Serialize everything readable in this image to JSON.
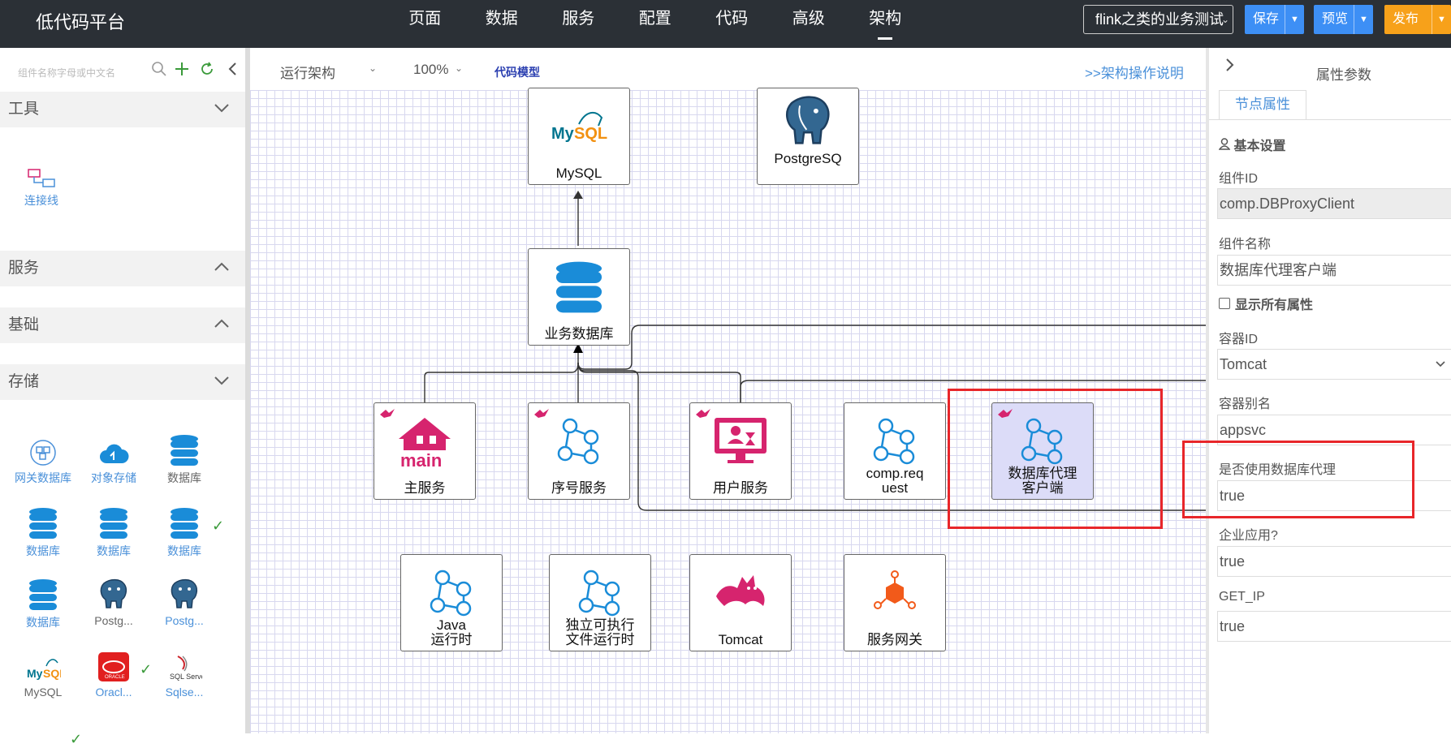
{
  "header": {
    "brand": "低代码平台",
    "nav": [
      "页面",
      "数据",
      "服务",
      "配置",
      "代码",
      "高级",
      "架构"
    ],
    "active_nav": "架构",
    "project": "flink之类的业务测试",
    "save": "保存",
    "preview": "预览",
    "publish": "发布"
  },
  "left": {
    "search_placeholder": "组件名称字母或中文名",
    "sections": {
      "tools": "工具",
      "services": "服务",
      "basic": "基础",
      "storage": "存储"
    },
    "tools_items": [
      {
        "label": "连接线",
        "icon": "connector-icon"
      }
    ],
    "storage_items": [
      {
        "label": "网关数据库",
        "icon": "gateway-db-icon"
      },
      {
        "label": "对象存储",
        "icon": "cloud-storage-icon"
      },
      {
        "label": "数据库",
        "icon": "database-icon",
        "checked": true
      },
      {
        "label": "数据库",
        "icon": "database-icon"
      },
      {
        "label": "数据库",
        "icon": "database-icon"
      },
      {
        "label": "数据库",
        "icon": "database-icon"
      },
      {
        "label": "数据库",
        "icon": "database-icon"
      },
      {
        "label": "Postg...",
        "icon": "postgres-icon",
        "checked": true
      },
      {
        "label": "Postg...",
        "icon": "postgres-icon"
      },
      {
        "label": "MySQL",
        "icon": "mysql-icon",
        "checked": true
      },
      {
        "label": "Oracl...",
        "icon": "oracle-icon"
      },
      {
        "label": "Sqlse...",
        "icon": "sqlserver-icon"
      }
    ]
  },
  "canvas": {
    "view": "运行架构",
    "zoom": "100%",
    "code_model": "代码模型",
    "help": ">>架构操作说明",
    "nodes": {
      "mysql": "MySQL",
      "postgres": "PostgreSQ",
      "bizdb": "业务数据库",
      "main": "主服务",
      "seq": "序号服务",
      "user": "用户服务",
      "compreq": "comp.req\nuest",
      "dbproxy": "数据库代理\n客户端",
      "java": "Java\n运行时",
      "standalone": "独立可执行\n文件运行时",
      "tomcat": "Tomcat",
      "gateway": "服务网关"
    }
  },
  "properties": {
    "title": "属性参数",
    "tab": "节点属性",
    "section": "基本设置",
    "comp_id_label": "组件ID",
    "comp_id": "comp.DBProxyClient",
    "comp_name_label": "组件名称",
    "comp_name": "数据库代理客户端",
    "show_all": "显示所有属性",
    "container_id_label": "容器ID",
    "container_id": "Tomcat",
    "container_alias_label": "容器别名",
    "container_alias": "appsvc",
    "use_proxy_label": "是否使用数据库代理",
    "use_proxy": "true",
    "enterprise_label": "企业应用?",
    "enterprise": "true",
    "get_ip_label": "GET_IP",
    "get_ip": "true"
  },
  "colors": {
    "header_bg": "#2b3036",
    "primary": "#3d8ff5",
    "publish": "#f7a11a",
    "link": "#4a90d9",
    "highlight_box": "#e8262a",
    "node_icon": "#1a8cd8",
    "accent_pink": "#d6246e"
  }
}
